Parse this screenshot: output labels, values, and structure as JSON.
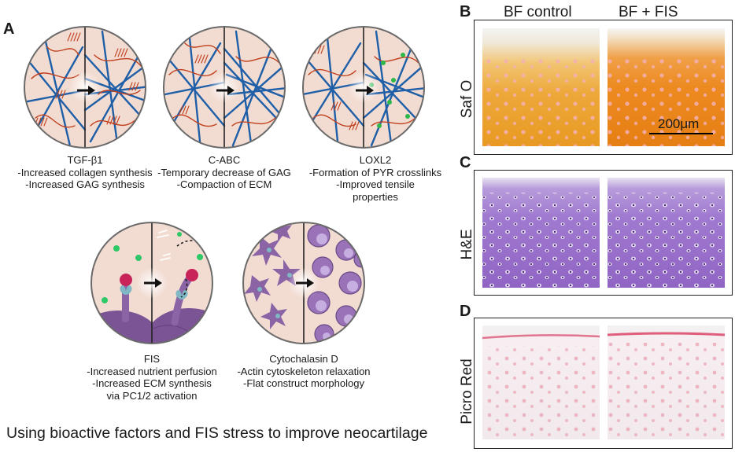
{
  "panel_letters": {
    "a": "A",
    "b": "B",
    "c": "C",
    "d": "D"
  },
  "factors": [
    {
      "name": "TGF-β1",
      "lines": [
        "-Increased collagen synthesis",
        "-Increased GAG synthesis"
      ]
    },
    {
      "name": "C-ABC",
      "lines": [
        "-Temporary decrease of GAG",
        "-Compaction of ECM"
      ]
    },
    {
      "name": "LOXL2",
      "lines": [
        "-Formation of PYR crosslinks",
        "-Improved tensile",
        "properties"
      ]
    },
    {
      "name": "FIS",
      "lines": [
        "-Increased nutrient perfusion",
        "-Increased ECM synthesis",
        "via PC1/2 activation"
      ]
    },
    {
      "name": "Cytochalasin D",
      "lines": [
        "-Actin cytoskeleton relaxation",
        "-Flat construct morphology"
      ]
    }
  ],
  "footer": "Using bioactive factors and FIS stress to improve neocartilage",
  "histology": {
    "columns": [
      "BF control",
      "BF + FIS"
    ],
    "rows": [
      "Saf O",
      "H&E",
      "Picro Red"
    ],
    "scale_bar": "200μm"
  },
  "colors": {
    "circle_fill": "#f2dcd2",
    "collagen_blue": "#1f5fa8",
    "gag_red": "#c0401e",
    "crosslink_green": "#2fb84a",
    "cell_purple": "#7a5494",
    "nutrient_green": "#2ec866",
    "integrin_red": "#c8245a",
    "safo_orange": "#e88d1c",
    "he_purple": "#8a5cc0",
    "picro_pink": "#f0c8cf"
  }
}
